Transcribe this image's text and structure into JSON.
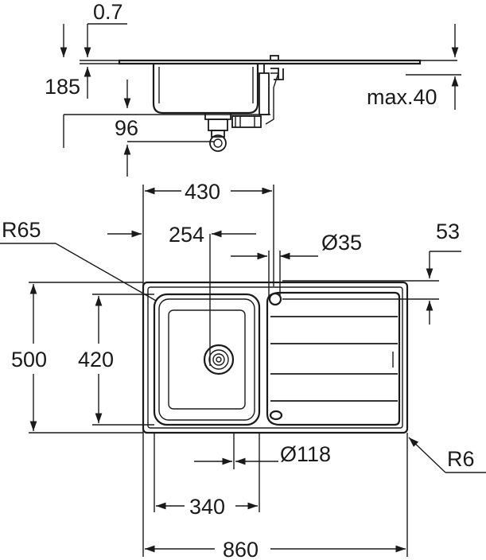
{
  "dimensions": {
    "thickness": "0.7",
    "depth": "185",
    "drain_offset_side": "96",
    "max_thickness": "max.40",
    "bowl_width": "430",
    "corner_radius_bowl": "R65",
    "drain_offset_top": "254",
    "tap_hole": "Ø35",
    "tap_offset": "53",
    "overall_depth": "500",
    "bowl_depth": "420",
    "waste_diameter": "Ø118",
    "corner_radius_outer": "R6",
    "bowl_inner_width": "340",
    "overall_width": "860"
  },
  "colors": {
    "line": "#1a1a1a",
    "background": "#ffffff"
  }
}
